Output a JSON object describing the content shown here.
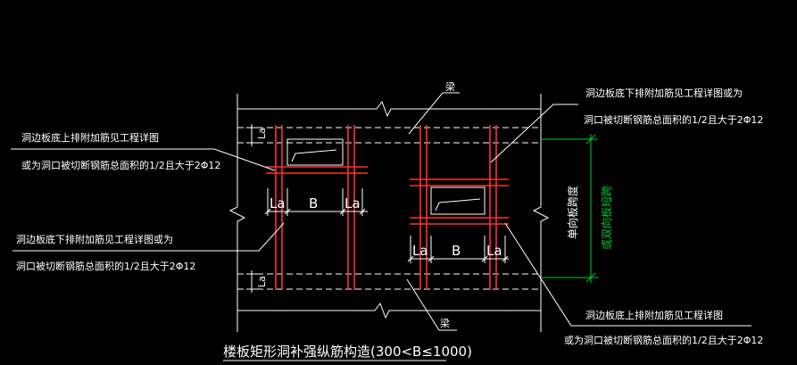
{
  "labels": {
    "beam_top": "梁",
    "beam_bottom": "梁",
    "note_left_top_1": "洞边板底上排附加筋见工程详图",
    "note_left_top_2": "或为洞口被切断钢筋总面积的1/2且大于2Φ12",
    "note_left_bottom_1": "洞边板底下排附加筋见工程详图或为",
    "note_left_bottom_2": "洞口被切断钢筋总面积的1/2且大于2Φ12",
    "note_right_top_1": "洞边板底下排附加筋见工程详图或为",
    "note_right_top_2": "洞口被切断钢筋总面积的1/2且大于2Φ12",
    "note_right_bottom_1": "洞边板底上排附加筋见工程详图",
    "note_right_bottom_2": "或为洞口被切断钢筋总面积的1/2且大于2Φ12",
    "dim_left_la1": "La",
    "dim_left_b": "B",
    "dim_left_la2": "La",
    "dim_right_la1": "La",
    "dim_right_b": "B",
    "dim_right_la2": "La",
    "dim_top_la": "La",
    "dim_bottom_la": "La",
    "span_white": "单向板跨度",
    "span_green": "或双向板短跨",
    "title": "楼板矩形洞补强纵筋构造(300<B≤1000)"
  },
  "colors": {
    "background": "#000000",
    "linework": "#ffffff",
    "rebar": "#ff3030",
    "span_dimension": "#00cc33"
  }
}
